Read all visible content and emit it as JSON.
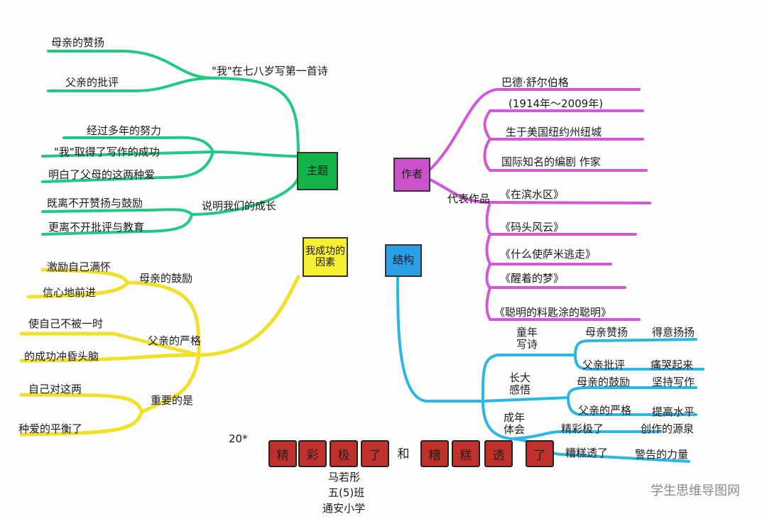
{
  "colors": {
    "green": "#22c985",
    "magenta": "#d257d9",
    "cyan": "#2bb7e6",
    "yellow": "#f0e02a",
    "red_tile": "#c0312b",
    "green_box": "#12b24a",
    "magenta_box": "#cc52cc",
    "cyan_box": "#2a9fe6",
    "yellow_box": "#f8ef32"
  },
  "nodes": {
    "theme": "主题",
    "author": "作者",
    "structure": "结构",
    "success_factors": "我成功的因素"
  },
  "theme_branch": {
    "poem_first": "\"我\"在七八岁写第一首诗",
    "mother_praise": "母亲的赞扬",
    "father_criticism": "父亲的批评",
    "success_group": [
      "经过多年的努力",
      "\"我\"取得了写作的成功",
      "明白了父母的这两种爱"
    ],
    "growth": "说明我们的成长",
    "growth_items": [
      "既离不开赞扬与鼓励",
      "更离不开批评与教育"
    ]
  },
  "author_branch": {
    "name": "巴德·舒尔伯格",
    "years": "(1914年～2009年)",
    "born": "生于美国纽约州纽城",
    "title": "国际知名的编剧   作家",
    "works_label": "代表作品",
    "works": [
      "《在滨水区》",
      "《码头风云》",
      "《什么使萨米逃走》",
      "《醒着的梦》",
      "《聪明的料匙涂的聪明》"
    ]
  },
  "structure_branch": {
    "stages": [
      {
        "label": "童年\n写诗",
        "items": [
          {
            "left": "母亲赞扬",
            "right": "得意扬扬"
          },
          {
            "left": "父亲批评",
            "right": "痛哭起来"
          }
        ]
      },
      {
        "label": "长大\n感悟",
        "items": [
          {
            "left": "母亲的鼓励",
            "right": "坚持写作"
          },
          {
            "left": "父亲的严格",
            "right": "提高水平"
          }
        ]
      },
      {
        "label": "成年\n体会",
        "items": [
          {
            "left": "精彩极了",
            "right": "创作的源泉"
          },
          {
            "left": "糟糕透了",
            "right": "警告的力量"
          }
        ]
      }
    ]
  },
  "factors_branch": {
    "mother_encourage": "母亲的鼓励",
    "mother_items": [
      "激励自己满怀",
      "信心地前进"
    ],
    "father_strict": "父亲的严格",
    "father_items": [
      "使自己不被一时",
      "的成功冲昏头脑"
    ],
    "important": "重要的是",
    "important_items": [
      "自己对这两",
      "种爱的平衡了"
    ]
  },
  "title": {
    "number": "20*",
    "tiles": [
      "精",
      "彩",
      "极",
      "了",
      "和",
      "糟",
      "糕",
      "透",
      "了"
    ]
  },
  "signature": {
    "name": "马若彤",
    "class": "五(5)班",
    "school": "通安小学"
  },
  "watermark": "学生思维导图网"
}
